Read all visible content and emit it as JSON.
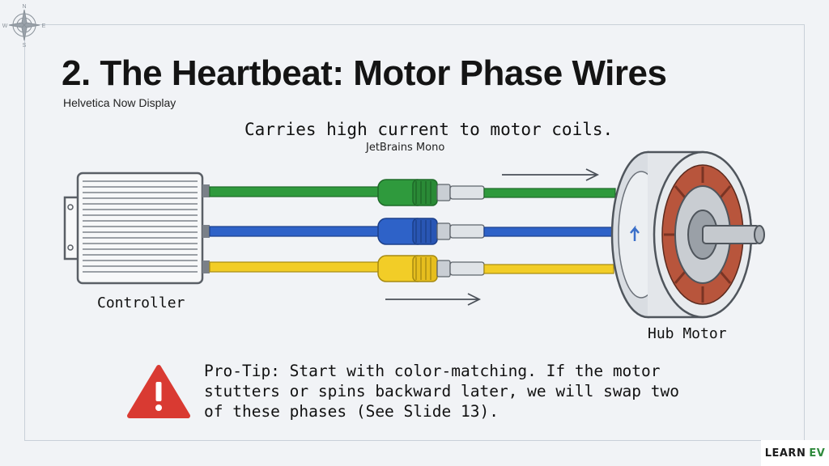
{
  "title": "2. The Heartbeat: Motor Phase Wires",
  "title_font_note": "Helvetica Now Display",
  "subtitle": "Carries high current to motor coils.",
  "subtitle_font_note": "JetBrains Mono",
  "labels": {
    "controller": "Controller",
    "hub_motor": "Hub Motor"
  },
  "compass": {
    "north": "N",
    "south": "S",
    "east": "E",
    "west": "W"
  },
  "tip": {
    "text": "Pro-Tip: Start with color-matching. If the motor stutters or spins backward later, we will swap two of these phases (See Slide 13).",
    "icon": "warning-triangle-icon"
  },
  "logo": {
    "learn": "LEARN",
    "ev": "EV"
  },
  "colors": {
    "wire_green": "#2f9a3d",
    "wire_blue": "#2e62c8",
    "wire_yellow": "#f2cd27",
    "warning_red": "#d93a32",
    "stator_copper": "#b8553c"
  }
}
